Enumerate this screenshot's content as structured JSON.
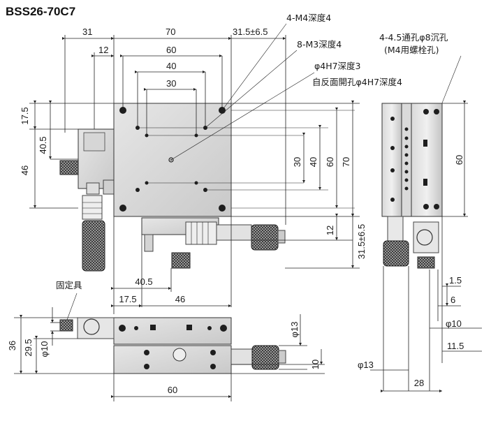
{
  "title": "BSS26-70C7",
  "top_view": {
    "dims_top": [
      "31",
      "70",
      "31.5±6.5",
      "12",
      "60",
      "40",
      "30"
    ],
    "dims_right": [
      "30",
      "40",
      "60",
      "70",
      "12",
      "31.5±6.5"
    ],
    "dims_left": [
      "17.5",
      "40.5",
      "46"
    ],
    "dims_bottom": [
      "40.5",
      "17.5",
      "46"
    ]
  },
  "callouts": {
    "m4": "4-M4深度4",
    "m3": "8-M3深度4",
    "phi4": "φ4H7深度3",
    "phi4_back": "自反面開孔φ4H7深度4",
    "thru_line1": "4-4.5通孔φ8沉孔",
    "thru_line2": "(M4用螺栓孔)",
    "fixing": "固定具"
  },
  "side_view": {
    "dims": [
      "60",
      "1.5",
      "6",
      "φ10",
      "11.5",
      "φ13",
      "28"
    ]
  },
  "front_view": {
    "dims": [
      "36",
      "29.5",
      "φ10",
      "φ13",
      "10",
      "60"
    ]
  }
}
